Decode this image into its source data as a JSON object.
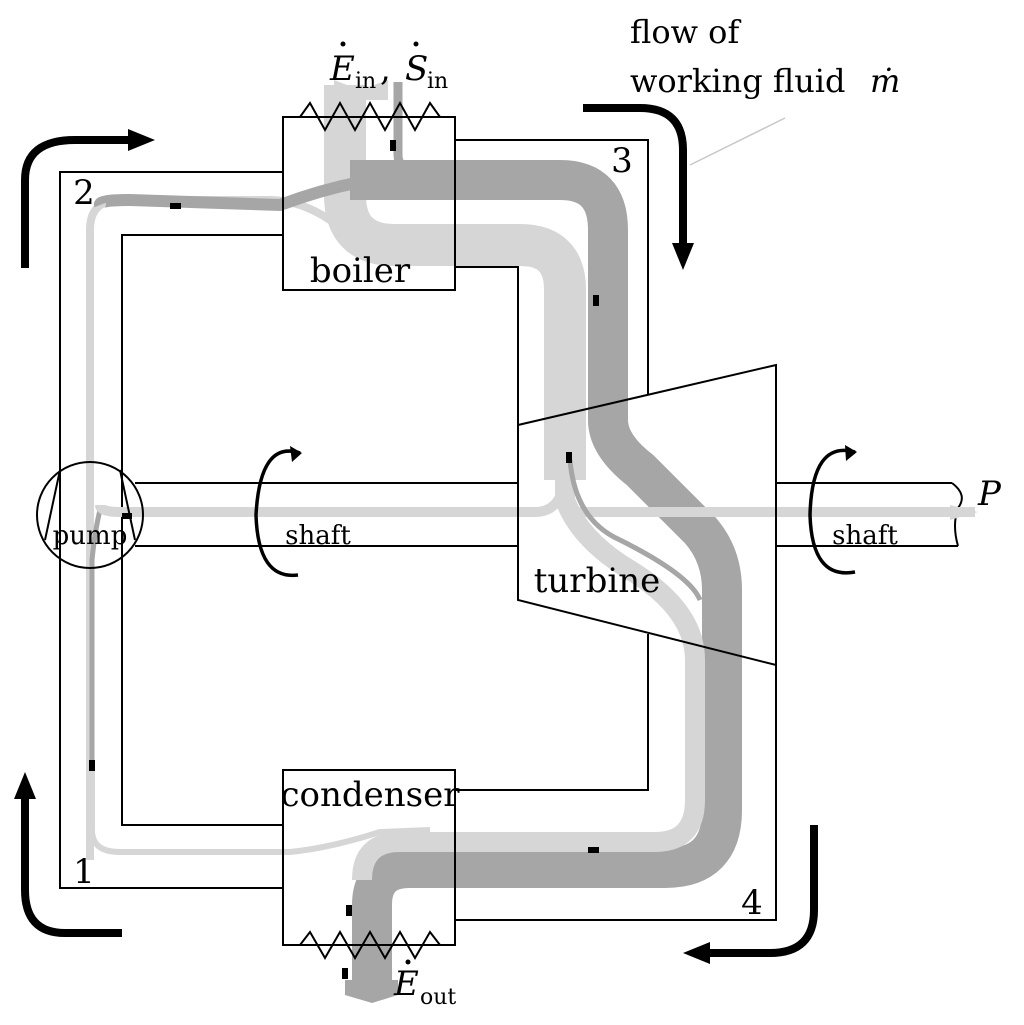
{
  "labels": {
    "flow_line1": "flow of",
    "flow_line2": "working fluid",
    "flow_symbol": "ṁ",
    "e_in": "E",
    "e_in_sub": "in",
    "s_in": "S",
    "s_in_sub": "in",
    "comma": ",",
    "e_out": "E",
    "e_out_sub": "out",
    "boiler": "boiler",
    "turbine": "turbine",
    "condenser": "condenser",
    "pump": "pump",
    "shaft_left": "shaft",
    "shaft_right": "shaft",
    "power": "P",
    "state_1": "1",
    "state_2": "2",
    "state_3": "3",
    "state_4": "4"
  },
  "colors": {
    "energy_stream": "#a6a6a6",
    "entropy_stream": "#d6d6d6",
    "outline": "#000000"
  }
}
